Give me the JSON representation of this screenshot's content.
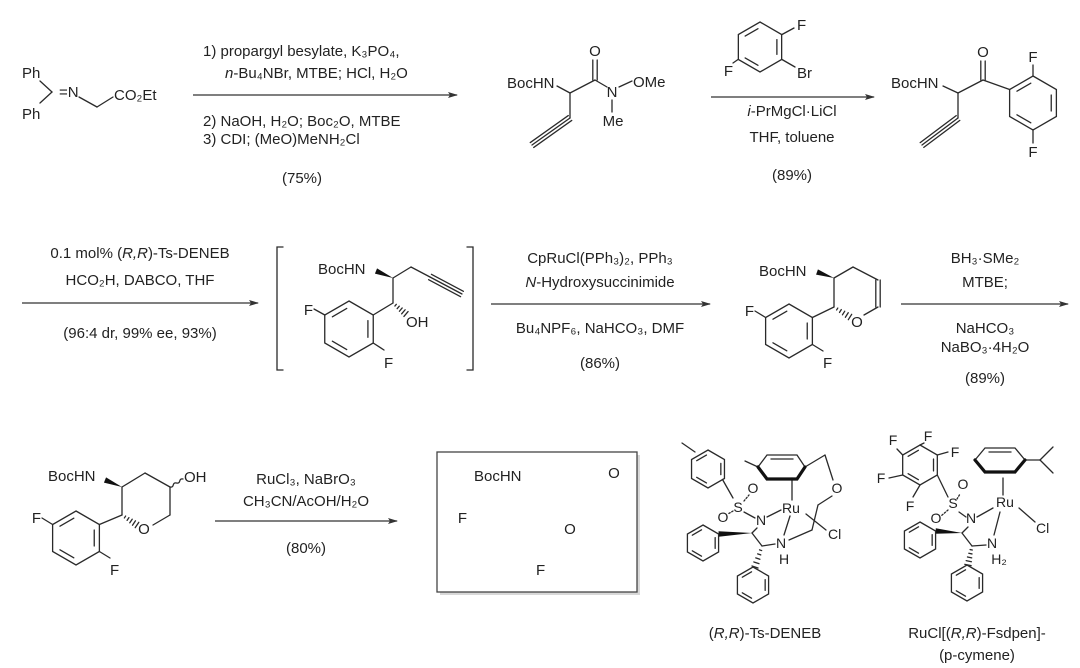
{
  "compounds": {
    "glycine_imine": {
      "ph_top": "Ph",
      "imine_n": "=N",
      "ph_bottom": "Ph",
      "ester": "CO₂Et"
    },
    "weinreb_amide": {
      "nhboc": "BocHN",
      "carbonyl_o": "O",
      "amide_n": "N",
      "ome": "OMe",
      "me": "Me"
    },
    "aryl_bromide": {
      "f_top": "F",
      "f_left": "F",
      "br": "Br"
    },
    "aryl_ketone": {
      "nhboc": "BocHN",
      "carbonyl_o": "O",
      "f_top": "F",
      "f_bottom": "F"
    },
    "alkynyl_alcohol": {
      "nhboc": "BocHN",
      "oh": "OH",
      "f_left": "F",
      "f_bottom": "F"
    },
    "dihydropyran": {
      "nhboc": "BocHN",
      "ring_o": "O",
      "f_left": "F",
      "f_bottom": "F"
    },
    "tetrahydropyranol": {
      "nhboc": "BocHN",
      "oh": "OH",
      "ring_o": "O",
      "f_left": "F",
      "f_bottom": "F"
    },
    "pyranone": {
      "nhboc": "BocHN",
      "ketone_o": "O",
      "ring_o": "O",
      "f_left": "F",
      "f_bottom": "F"
    }
  },
  "steps": [
    {
      "line1": "1) propargyl besylate, K₃PO₄,",
      "line2_italic": "n",
      "line2": "-Bu₄NBr, MTBE; HCl, H₂O",
      "line3": "2) NaOH, H₂O; Boc₂O, MTBE",
      "line4": "3) CDI; (MeO)MeNH₂Cl",
      "yield": "(75%)"
    },
    {
      "line1_italic": "i",
      "line1": "-PrMgCl·LiCl",
      "line2": "THF, toluene",
      "yield": "(89%)"
    },
    {
      "line1_pre": "0.1 mol% (",
      "line1_italic": "R,R",
      "line1_post": ")-Ts-DENEB",
      "line2": "HCO₂H, DABCO, THF",
      "yield": "(96:4 dr, 99% ee, 93%)"
    },
    {
      "line1": "CpRuCl(PPh₃)₂, PPh₃",
      "line2_italic": "N",
      "line2": "-Hydroxysuccinimide",
      "line3": "Bu₄NPF₆, NaHCO₃, DMF",
      "yield": "(86%)"
    },
    {
      "line1": "BH₃·SMe₂",
      "line2": "MTBE;",
      "line3": "NaHCO₃",
      "line4": "NaBO₃·4H₂O",
      "yield": "(89%)"
    },
    {
      "line1": "RuCl₃, NaBrO₃",
      "line2": "CH₃CN/AcOH/H₂O",
      "yield": "(80%)"
    }
  ],
  "catalysts": [
    {
      "name_pre": "(",
      "name_italic": "R,R",
      "name_post": ")-Ts-DENEB",
      "atoms": {
        "s": "S",
        "o1": "O",
        "o2": "O",
        "n1": "N",
        "ru": "Ru",
        "n2": "N",
        "h": "H",
        "o_ether": "O",
        "cl": "Cl"
      }
    },
    {
      "name_pre": "RuCl[(",
      "name_italic": "R,R",
      "name_post": ")-Fsdpen]-",
      "name_line2": "(p-cymene)",
      "atoms": {
        "f1": "F",
        "f2": "F",
        "f3": "F",
        "f4": "F",
        "f5": "F",
        "s": "S",
        "o1": "O",
        "o2": "O",
        "n1": "N",
        "ru": "Ru",
        "cl": "Cl",
        "n2": "N",
        "h2": "H₂"
      }
    }
  ]
}
